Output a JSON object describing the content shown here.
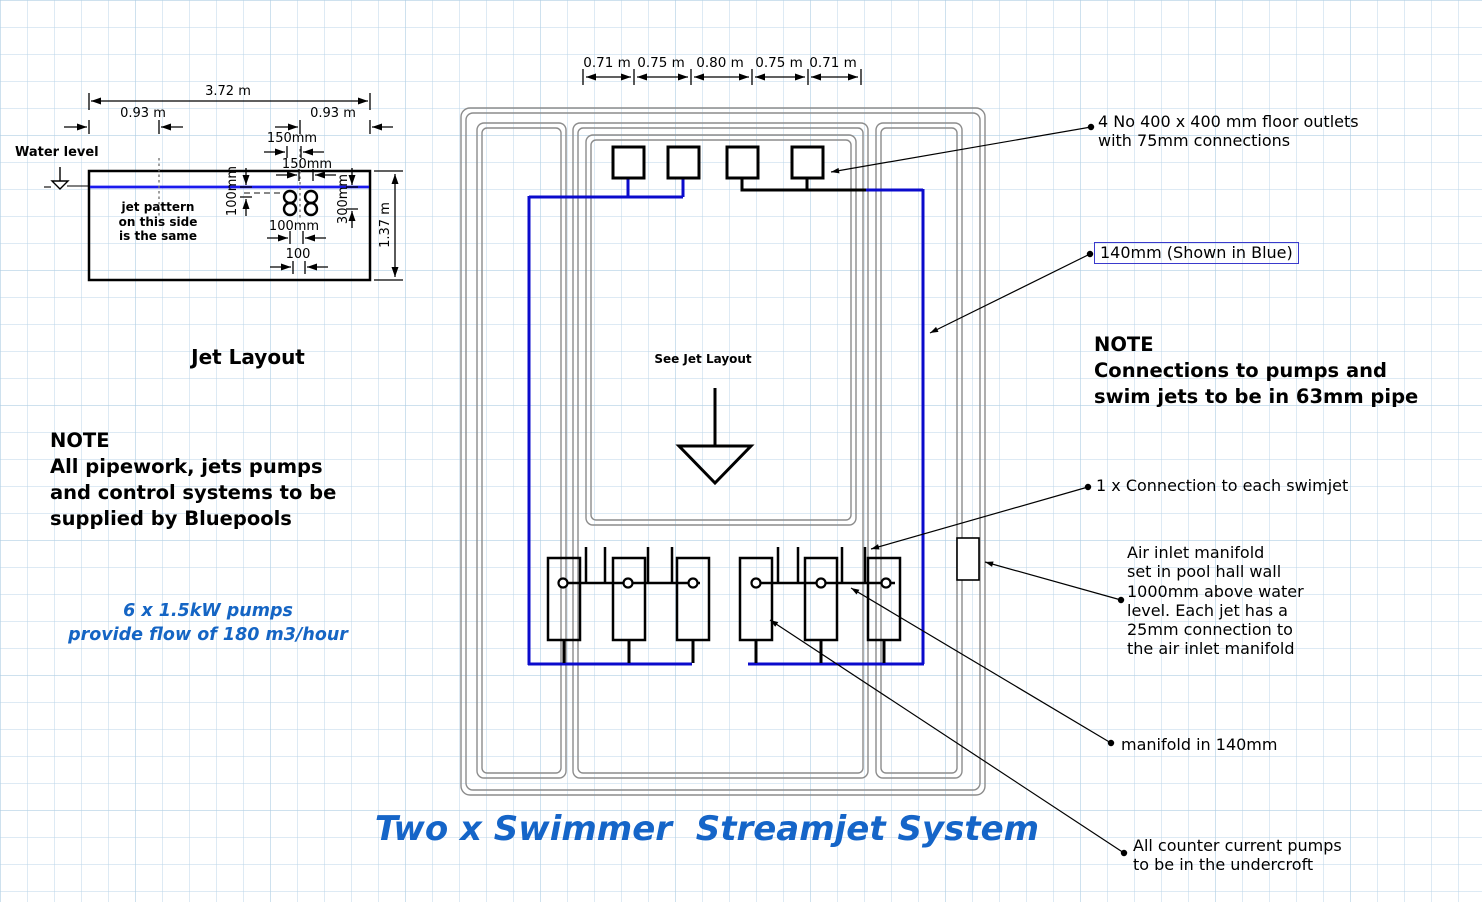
{
  "title": "Two x Swimmer  Streamjet System",
  "left_figure": {
    "heading": "Jet Layout",
    "water_level": "Water level",
    "pattern_note": "jet pattern\non this side\nis the same",
    "dim_overall": "3.72 m",
    "dim_left": "0.93 m",
    "dim_right": "0.93 m",
    "dim_150_top": "150mm",
    "dim_150_bottom": "150mm",
    "dim_100_vert": "100mm",
    "dim_300_vert": "300mm",
    "dim_100_h": "100mm",
    "dim_100_plain": "100",
    "dim_height": "1.37 m"
  },
  "left_note": {
    "heading": "NOTE",
    "body": "All pipework, jets pumps\nand control systems to be\nsupplied by Bluepools"
  },
  "pump_note": "6 x 1.5kW pumps\nprovide flow of 180 m3/hour",
  "plan": {
    "dims": [
      "0.71 m",
      "0.75 m",
      "0.80 m",
      "0.75 m",
      "0.71 m"
    ],
    "center_label": "See Jet Layout"
  },
  "right_note": {
    "heading": "NOTE",
    "body": "Connections to pumps and\nswim jets to be in 63mm pipe"
  },
  "callouts": {
    "floor_outlets": "4 No 400 x 400 mm floor outlets\nwith 75mm connections",
    "pipe140": "140mm (Shown in Blue)",
    "swimjet": "1 x Connection to each swimjet",
    "air_inlet": "Air inlet manifold\nset in pool hall wall\n1000mm above water\nlevel. Each jet has a\n25mm connection to\nthe air inlet manifold",
    "manifold": "manifold in 140mm",
    "undercroft": "All counter current pumps\nto be in the undercroft"
  },
  "colors": {
    "pipe_blue": "#0b0bcc",
    "water_blue": "#1a1aee",
    "title_blue": "#1565c8",
    "note_blue": "#1565c4",
    "box_border": "#3a3acc",
    "wall_gray": "#8c8c8c"
  }
}
